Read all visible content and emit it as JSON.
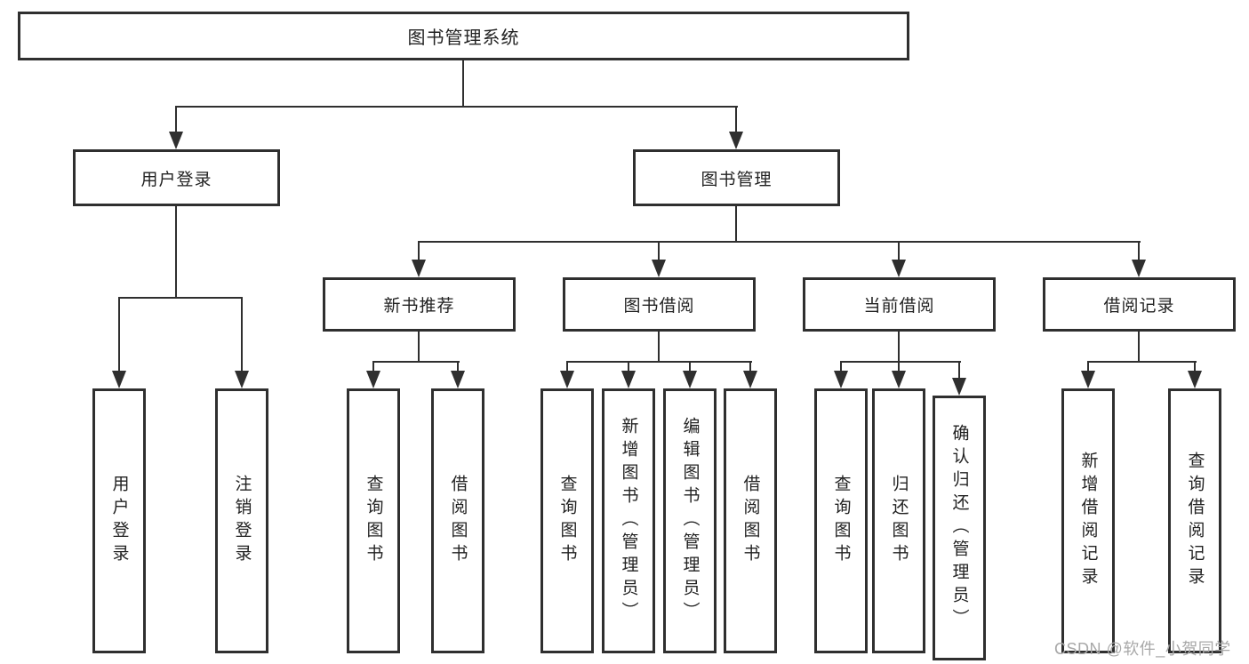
{
  "tree": {
    "root": "图书管理系统",
    "branches": [
      {
        "label": "用户登录",
        "children": [
          "用户登录",
          "注销登录"
        ]
      },
      {
        "label": "图书管理",
        "children": [
          {
            "label": "新书推荐",
            "children": [
              "查询图书",
              "借阅图书"
            ]
          },
          {
            "label": "图书借阅",
            "children": [
              "查询图书",
              "新增图书（管理员）",
              "编辑图书（管理员）",
              "借阅图书"
            ]
          },
          {
            "label": "当前借阅",
            "children": [
              "查询图书",
              "归还图书",
              "确认归还（管理员）"
            ]
          },
          {
            "label": "借阅记录",
            "children": [
              "新增借阅记录",
              "查询借阅记录"
            ]
          }
        ]
      }
    ]
  },
  "colors": {
    "line": "#2f2f2f",
    "text": "#222222",
    "watermark": "#a8a8a8",
    "background": "#ffffff"
  },
  "watermark": {
    "text": "CSDN @软件_小贺同学"
  }
}
